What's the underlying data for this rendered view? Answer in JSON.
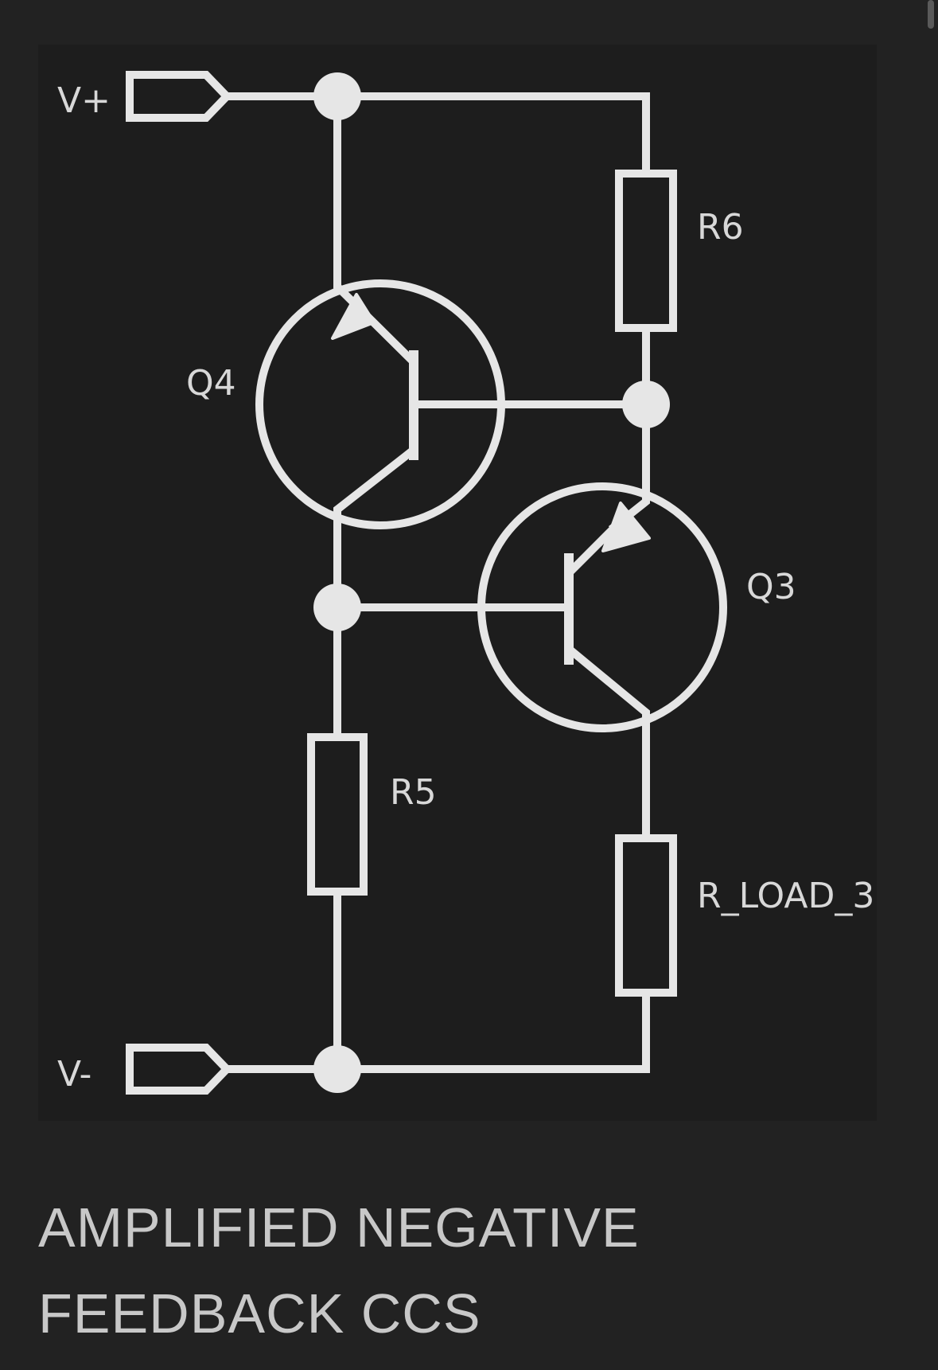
{
  "diagram": {
    "labels": {
      "vplus": "V+",
      "vminus": "V-",
      "q4": "Q4",
      "q3": "Q3",
      "r6": "R6",
      "r5": "R5",
      "rload": "R_LOAD_3"
    },
    "caption": {
      "line1": "AMPLIFIED NEGATIVE",
      "line2": "FEEDBACK CCS"
    },
    "colors": {
      "background": "#222222",
      "stroke": "#e6e6e6",
      "caption": "#c8c8c8"
    }
  }
}
